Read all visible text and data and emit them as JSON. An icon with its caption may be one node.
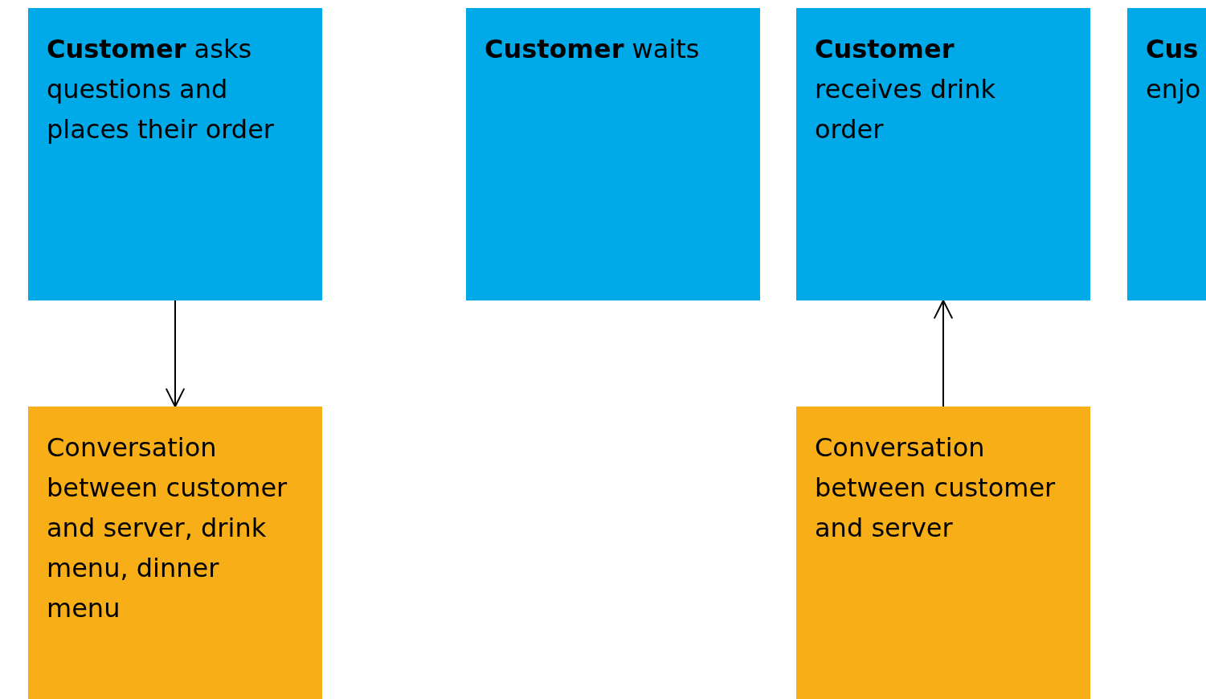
{
  "diagram": {
    "nodes": [
      {
        "text": [
          "**Customer** asks questions and places their order"
        ]
      },
      {
        "text": [
          "**Customer** waits"
        ]
      },
      {
        "text": [
          "**Customer** receives drink order"
        ]
      },
      {
        "text": [
          "**Cus** enjo"
        ]
      },
      {
        "text": [
          "Conversation between customer and server, drink menu, dinner menu"
        ]
      },
      {
        "text": [
          "Conversation between customer and server"
        ]
      }
    ],
    "edges": [
      {
        "from": 0,
        "to": 4,
        "arrow": "to"
      },
      {
        "from": 5,
        "to": 2,
        "arrow": "to"
      }
    ]
  }
}
